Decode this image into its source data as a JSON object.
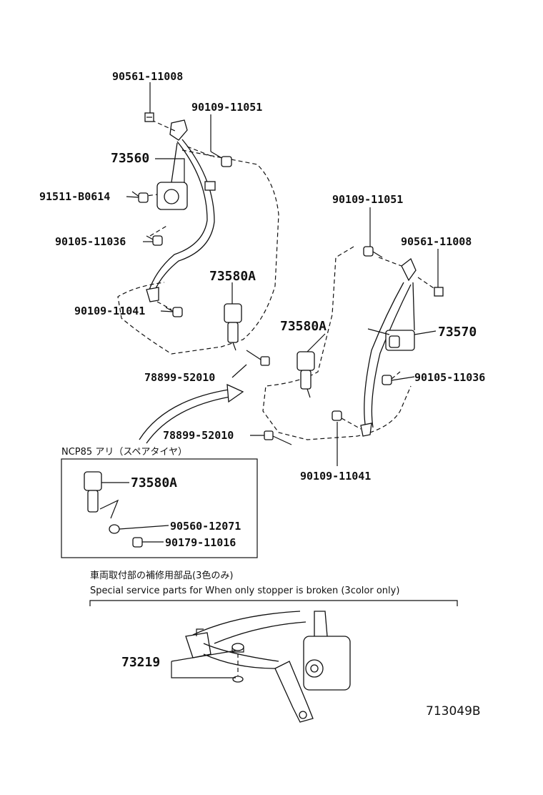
{
  "labels": {
    "p90561_11008_left": "90561-11008",
    "p90109_11051_left": "90109-11051",
    "p73560": "73560",
    "p91511_B0614": "91511-B0614",
    "p90105_11036_left": "90105-11036",
    "p73580A_left": "73580A",
    "p90109_11041_left": "90109-11041",
    "p78899_52010_left": "78899-52010",
    "p90109_11051_right": "90109-11051",
    "p90561_11008_right": "90561-11008",
    "p73580A_right": "73580A",
    "p73570": "73570",
    "p90105_11036_right": "90105-11036",
    "p78899_52010_right": "78899-52010",
    "p90109_11041_right": "90109-11041",
    "p73580A_box": "73580A",
    "p90560_12071": "90560-12071",
    "p90179_11016": "90179-11016",
    "p73219": "73219"
  },
  "notes": {
    "ncp85": "NCP85 アリ（スペアタイヤ）",
    "service_jp": "車両取付部の補修用部品(3色のみ)",
    "service_en": "Special service parts for When only stopper is broken (3color only)",
    "diagram_id": "713049B"
  }
}
